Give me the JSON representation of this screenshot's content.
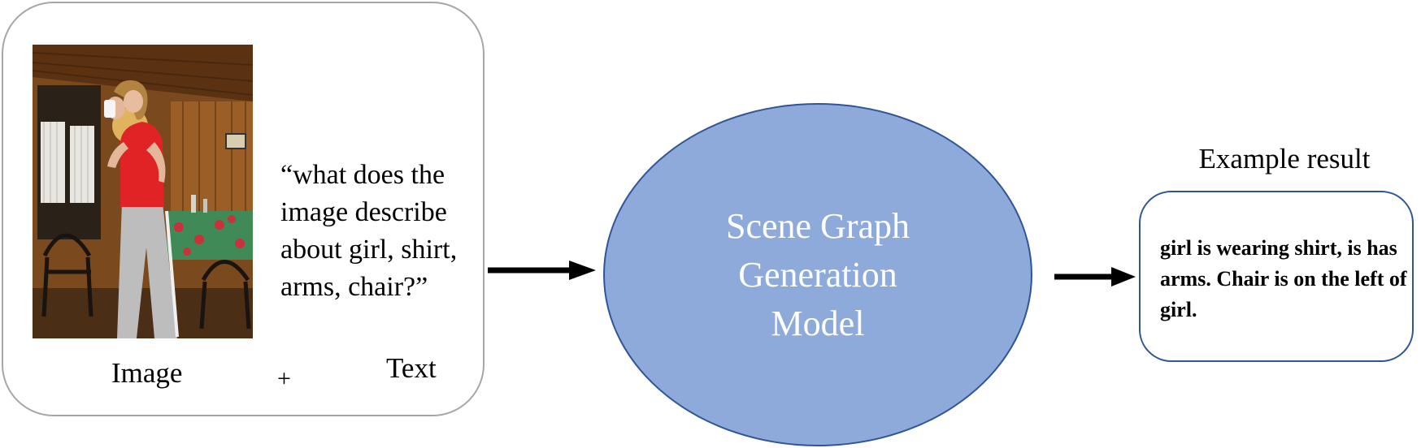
{
  "input": {
    "query_text": "“what does the image describe about girl, shirt, arms, chair?”",
    "image_label": "Image",
    "plus_label": "+",
    "text_label": "Text"
  },
  "model": {
    "label": "Scene Graph\nGeneration\nModel",
    "fill_color": "#8eaadb",
    "border_color": "#2f5597"
  },
  "result": {
    "title": "Example result",
    "text": "girl is wearing shirt, is has arms. Chair is on the left of girl."
  }
}
